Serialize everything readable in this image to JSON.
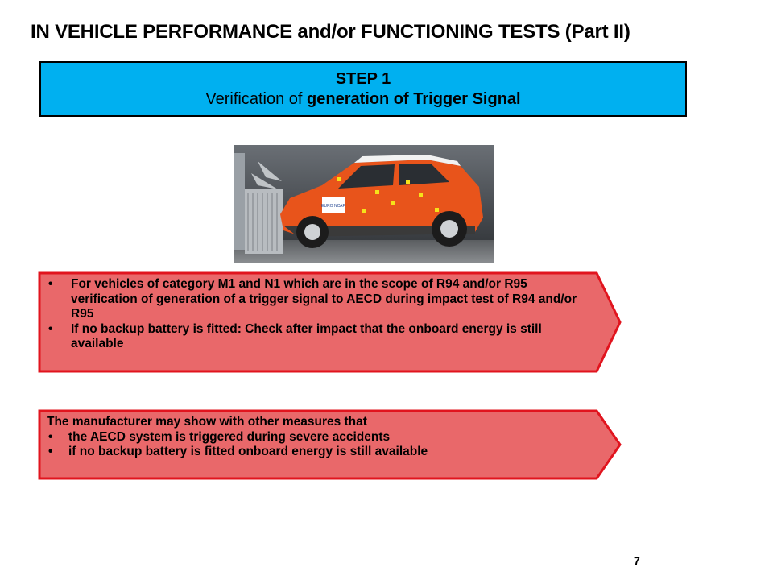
{
  "slide": {
    "title": "IN VEHICLE PERFORMANCE and/or FUNCTIONING TESTS (Part II)",
    "step": {
      "line1": "STEP 1",
      "line2_plain": "Verification of ",
      "line2_bold": "generation of Trigger Signal"
    },
    "photo": {
      "icon": "crash-test-car-photo",
      "badge_text": "EURO NCAP"
    },
    "box1": {
      "bullets": [
        "For vehicles of category M1 and N1 which are in the scope of R94 and/or R95 verification of generation of a trigger signal to AECD during impact test of R94 and/or R95",
        "If no backup battery is fitted: Check after impact that the onboard energy is still available"
      ]
    },
    "box2": {
      "intro": "The manufacturer may show with other measures that",
      "bullets": [
        "the AECD system is triggered during severe accidents",
        "if no backup battery is fitted onboard energy is still available"
      ]
    },
    "page_number": "7"
  },
  "colors": {
    "step_fill": "#00b0f0",
    "arrow_fill": "#e9686a",
    "arrow_stroke": "#e1141e",
    "car_body": "#e8541b"
  }
}
